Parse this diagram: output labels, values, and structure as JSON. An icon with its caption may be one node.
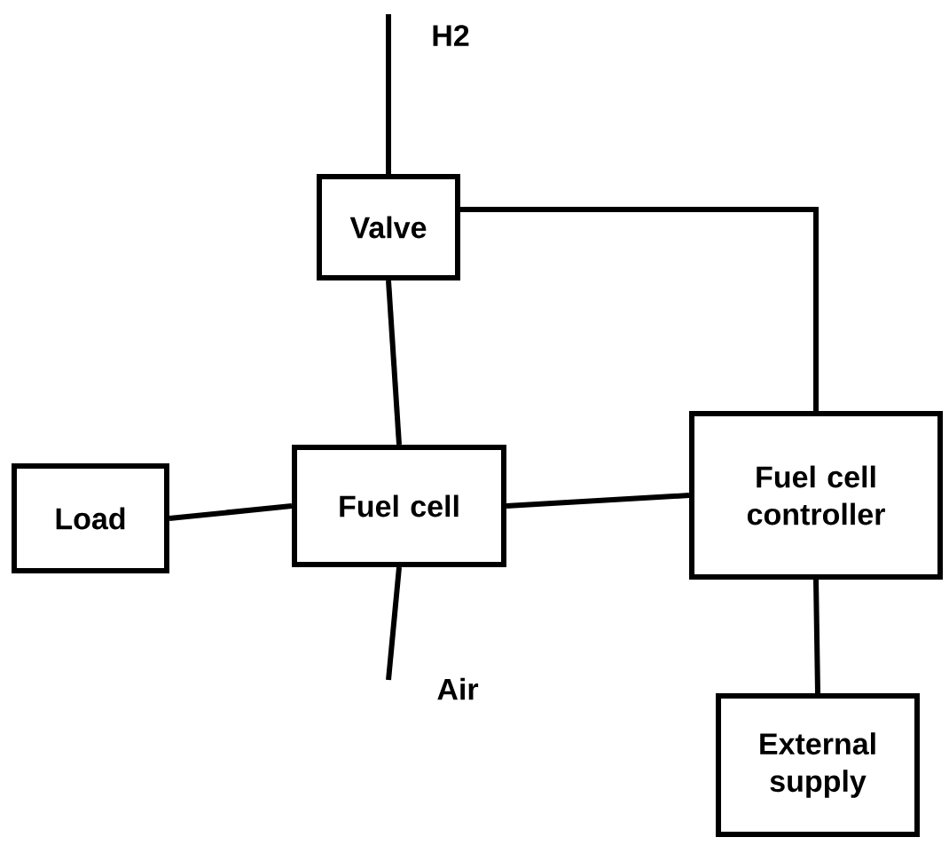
{
  "diagram": {
    "nodes": [
      {
        "text": [
          "Valve"
        ]
      },
      {
        "text": [
          "Load"
        ]
      },
      {
        "text": [
          "Fuel cell"
        ]
      },
      {
        "text": [
          "Fuel cell controller"
        ]
      },
      {
        "text": [
          "External supply"
        ]
      }
    ],
    "edges": [
      {
        "from": null,
        "to": 0,
        "arrow": "none"
      },
      {
        "from": 0,
        "to": 2,
        "arrow": "none"
      },
      {
        "from": 1,
        "to": 2,
        "arrow": "none"
      },
      {
        "from": 2,
        "to": 3,
        "arrow": "none"
      },
      {
        "from": 0,
        "to": 3,
        "arrow": "none"
      },
      {
        "from": 3,
        "to": 4,
        "arrow": "none"
      },
      {
        "from": 2,
        "to": null,
        "arrow": "none"
      }
    ],
    "labels": [
      "H2",
      "Air"
    ]
  }
}
